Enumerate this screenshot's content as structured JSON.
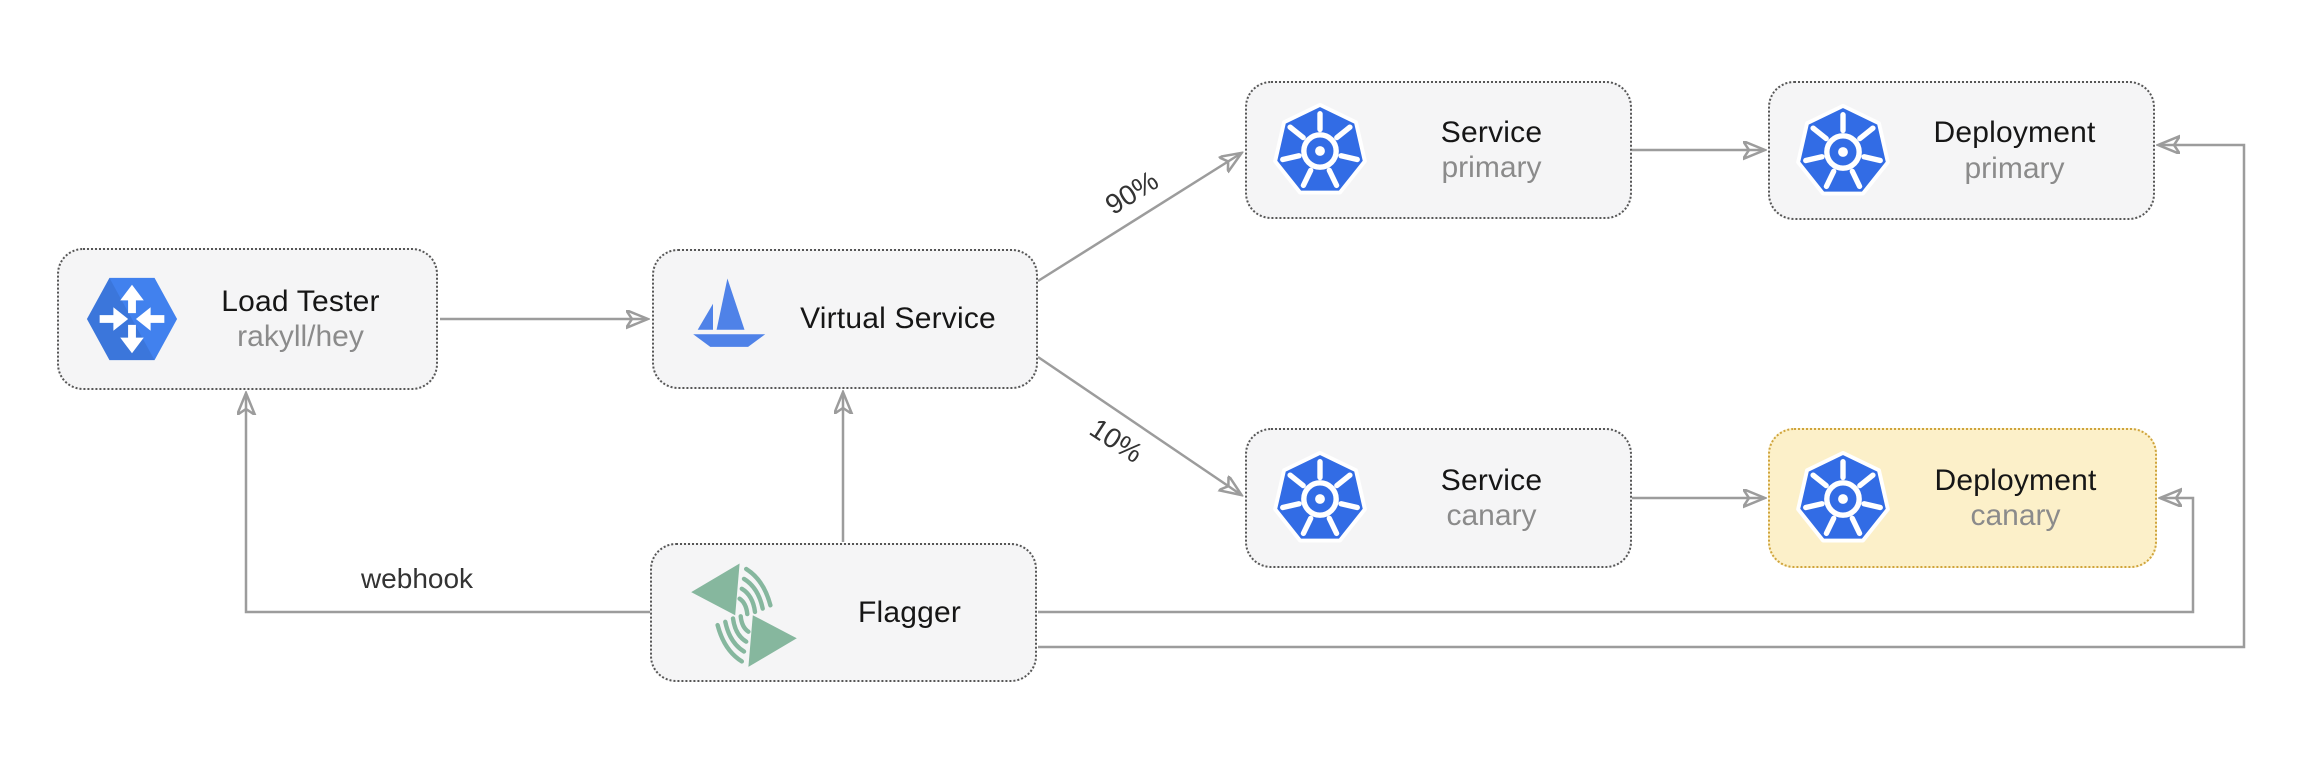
{
  "diagram": {
    "nodes": {
      "load_tester": {
        "title": "Load Tester",
        "subtitle": "rakyll/hey",
        "icon": "load-tester"
      },
      "virtual_service": {
        "title": "Virtual Service",
        "icon": "istio"
      },
      "service_primary": {
        "title": "Service",
        "subtitle": "primary",
        "icon": "kubernetes"
      },
      "deployment_primary": {
        "title": "Deployment",
        "subtitle": "primary",
        "icon": "kubernetes"
      },
      "service_canary": {
        "title": "Service",
        "subtitle": "canary",
        "icon": "kubernetes"
      },
      "deployment_canary": {
        "title": "Deployment",
        "subtitle": "canary",
        "icon": "kubernetes"
      },
      "flagger": {
        "title": "Flagger",
        "icon": "flagger"
      }
    },
    "edge_labels": {
      "primary_weight": "90%",
      "canary_weight": "10%",
      "webhook": "webhook"
    },
    "edges": [
      {
        "from": "load_tester",
        "to": "virtual_service"
      },
      {
        "from": "virtual_service",
        "to": "service_primary",
        "label": "90%"
      },
      {
        "from": "virtual_service",
        "to": "service_canary",
        "label": "10%"
      },
      {
        "from": "service_primary",
        "to": "deployment_primary"
      },
      {
        "from": "service_canary",
        "to": "deployment_canary"
      },
      {
        "from": "flagger",
        "to": "virtual_service"
      },
      {
        "from": "flagger",
        "to": "load_tester",
        "label": "webhook"
      },
      {
        "from": "flagger",
        "to": "deployment_canary"
      },
      {
        "from": "flagger",
        "to": "deployment_primary"
      }
    ],
    "colors": {
      "node_bg": "#f5f5f6",
      "node_border": "#565656",
      "canary_bg": "#fcf0c9",
      "canary_border": "#cfa43c",
      "arrow": "#9c9c9c",
      "kubernetes_blue": "#326CE5",
      "istio_blue": "#4f82e8",
      "load_tester_blue": "#4181ee",
      "flagger_green": "#86b79e",
      "title_text": "#161616",
      "subtitle_text": "#8b8b8b"
    }
  }
}
